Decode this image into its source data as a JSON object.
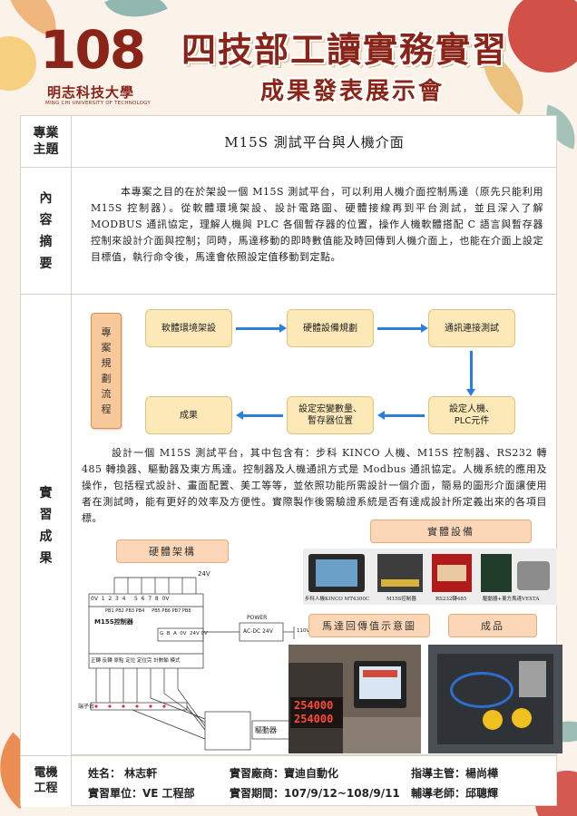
{
  "header": {
    "number": "108",
    "school_cn": "明志科技大學",
    "school_en": "MING CHI UNIVERSITY OF TECHNOLOGY",
    "title_main": "四技部工讀實務實習",
    "title_sub": "成果發表展示會"
  },
  "topic": {
    "label_line1": "專業",
    "label_line2": "主題",
    "text": "M15S 測試平台與人機介面"
  },
  "abstract": {
    "label": [
      "內",
      "容",
      "摘",
      "要"
    ],
    "text": "本專案之目的在於架設一個 M15S 測試平台，可以利用人機介面控制馬達（原先只能利用 M15S 控制器）。從軟體環境架設、設計電路圖、硬體接線再到平台測試，並且深入了解 MODBUS 通訊協定，理解人機與 PLC 各個暫存器的位置，操作人機軟體搭配 C 語言與暫存器控制來設計介面與控制；同時，馬達移動的即時數值能及時回傳到人機介面上，也能在介面上設定目標值，執行命令後，馬達會依照設定值移動到定點。"
  },
  "results": {
    "label": [
      "實",
      "習",
      "成",
      "果"
    ],
    "flow_label": [
      "專",
      "案",
      "規",
      "劃",
      "流",
      "程"
    ],
    "flow": {
      "step1": "軟體環境架設",
      "step2": "硬體設備規劃",
      "step3": "通訊連接測試",
      "step4_line1": "設定人機、",
      "step4_line2": "PLC元件",
      "step5_line1": "設定宏變數量、",
      "step5_line2": "暫存器位置",
      "step6": "成果"
    },
    "description": "設計一個 M15S 測試平台，其中包含有：步科 KINCO 人機、M15S 控制器、RS232 轉 485 轉換器、驅動器及東方馬達。控制器及人機通訊方式是 Modbus 通訊協定。人機系統的應用及操作，包括程式設計、畫面配置、美工等等，並依照功能所需設計一個介面，簡易的圖形介面讓使用者在測試時，能有更好的效率及方便性。實際製作後需驗證系統是否有達成設計所定義出來的各項目標。",
    "tags": {
      "hardware": "硬體架構",
      "equipment": "實體設備",
      "motor_feedback": "馬達回傳值示意圖",
      "product": "成品"
    },
    "equipment_captions": {
      "hmi": "步科人機KINCO MT4300C",
      "controller": "M15S控制器",
      "converter": "RS232轉485",
      "driver_motor": "驅動器+東方馬達VEXTA"
    },
    "schematic": {
      "v24": "24V",
      "power": "POWER",
      "acdc": "AC-DC 24V",
      "v110": "110V",
      "controller": "M15S控制器",
      "driver": "驅動器",
      "pins_top": "0V  1  2  3  4     5  6  7  8  0V",
      "pins_pb": "PB1 PB2 PB3 PB4     PB5 PB6 PB7 PB8",
      "pins_gba": "G  B  A  0V  24V 0V",
      "pins_bottom": "正轉 反轉 原點 定位 定位完 計數輸 模式",
      "terminal": "端子台",
      "display1": "254000",
      "display2": "254000"
    }
  },
  "footer": {
    "label_line1": "電機",
    "label_line2": "工程",
    "name": "姓名： 林志軒",
    "company": "實習廠商：寶迪自動化",
    "supervisor": "指導主管：楊尚樺",
    "unit": "實習單位：VE 工程部",
    "period": "實習期間：107/9/12~108/9/11",
    "teacher": "輔導老師：邱聰輝"
  },
  "colors": {
    "brand": "#8b2418",
    "flow_box": "#fde9b8",
    "flow_label": "#f8c89a",
    "arrow": "#2c7de0",
    "tag": "#fbd7b8"
  }
}
